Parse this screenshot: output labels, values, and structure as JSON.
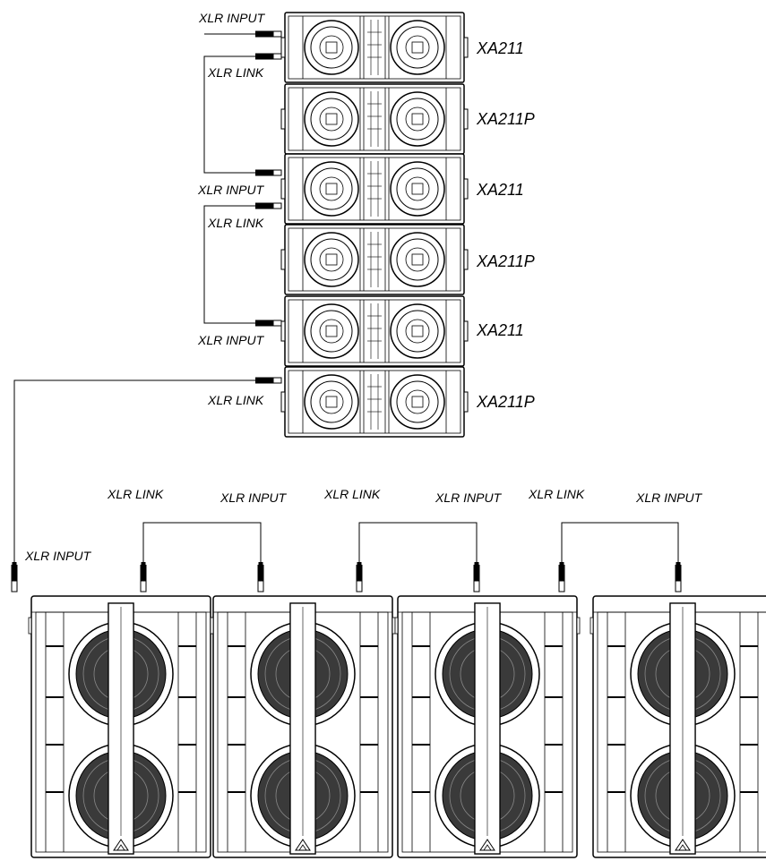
{
  "line_array": {
    "cabinets": [
      {
        "model": "XA211"
      },
      {
        "model": "XA211P"
      },
      {
        "model": "XA211"
      },
      {
        "model": "XA211P"
      },
      {
        "model": "XA211"
      },
      {
        "model": "XA211P"
      }
    ],
    "connector_labels": [
      "XLR INPUT",
      "XLR LINK",
      "XLR INPUT",
      "XLR LINK",
      "XLR INPUT",
      "XLR LINK"
    ]
  },
  "subwoofers": {
    "count": 4,
    "first_input_label": "XLR INPUT",
    "connector_labels": [
      "XLR LINK",
      "XLR INPUT",
      "XLR LINK",
      "XLR INPUT",
      "XLR LINK",
      "XLR INPUT"
    ]
  }
}
